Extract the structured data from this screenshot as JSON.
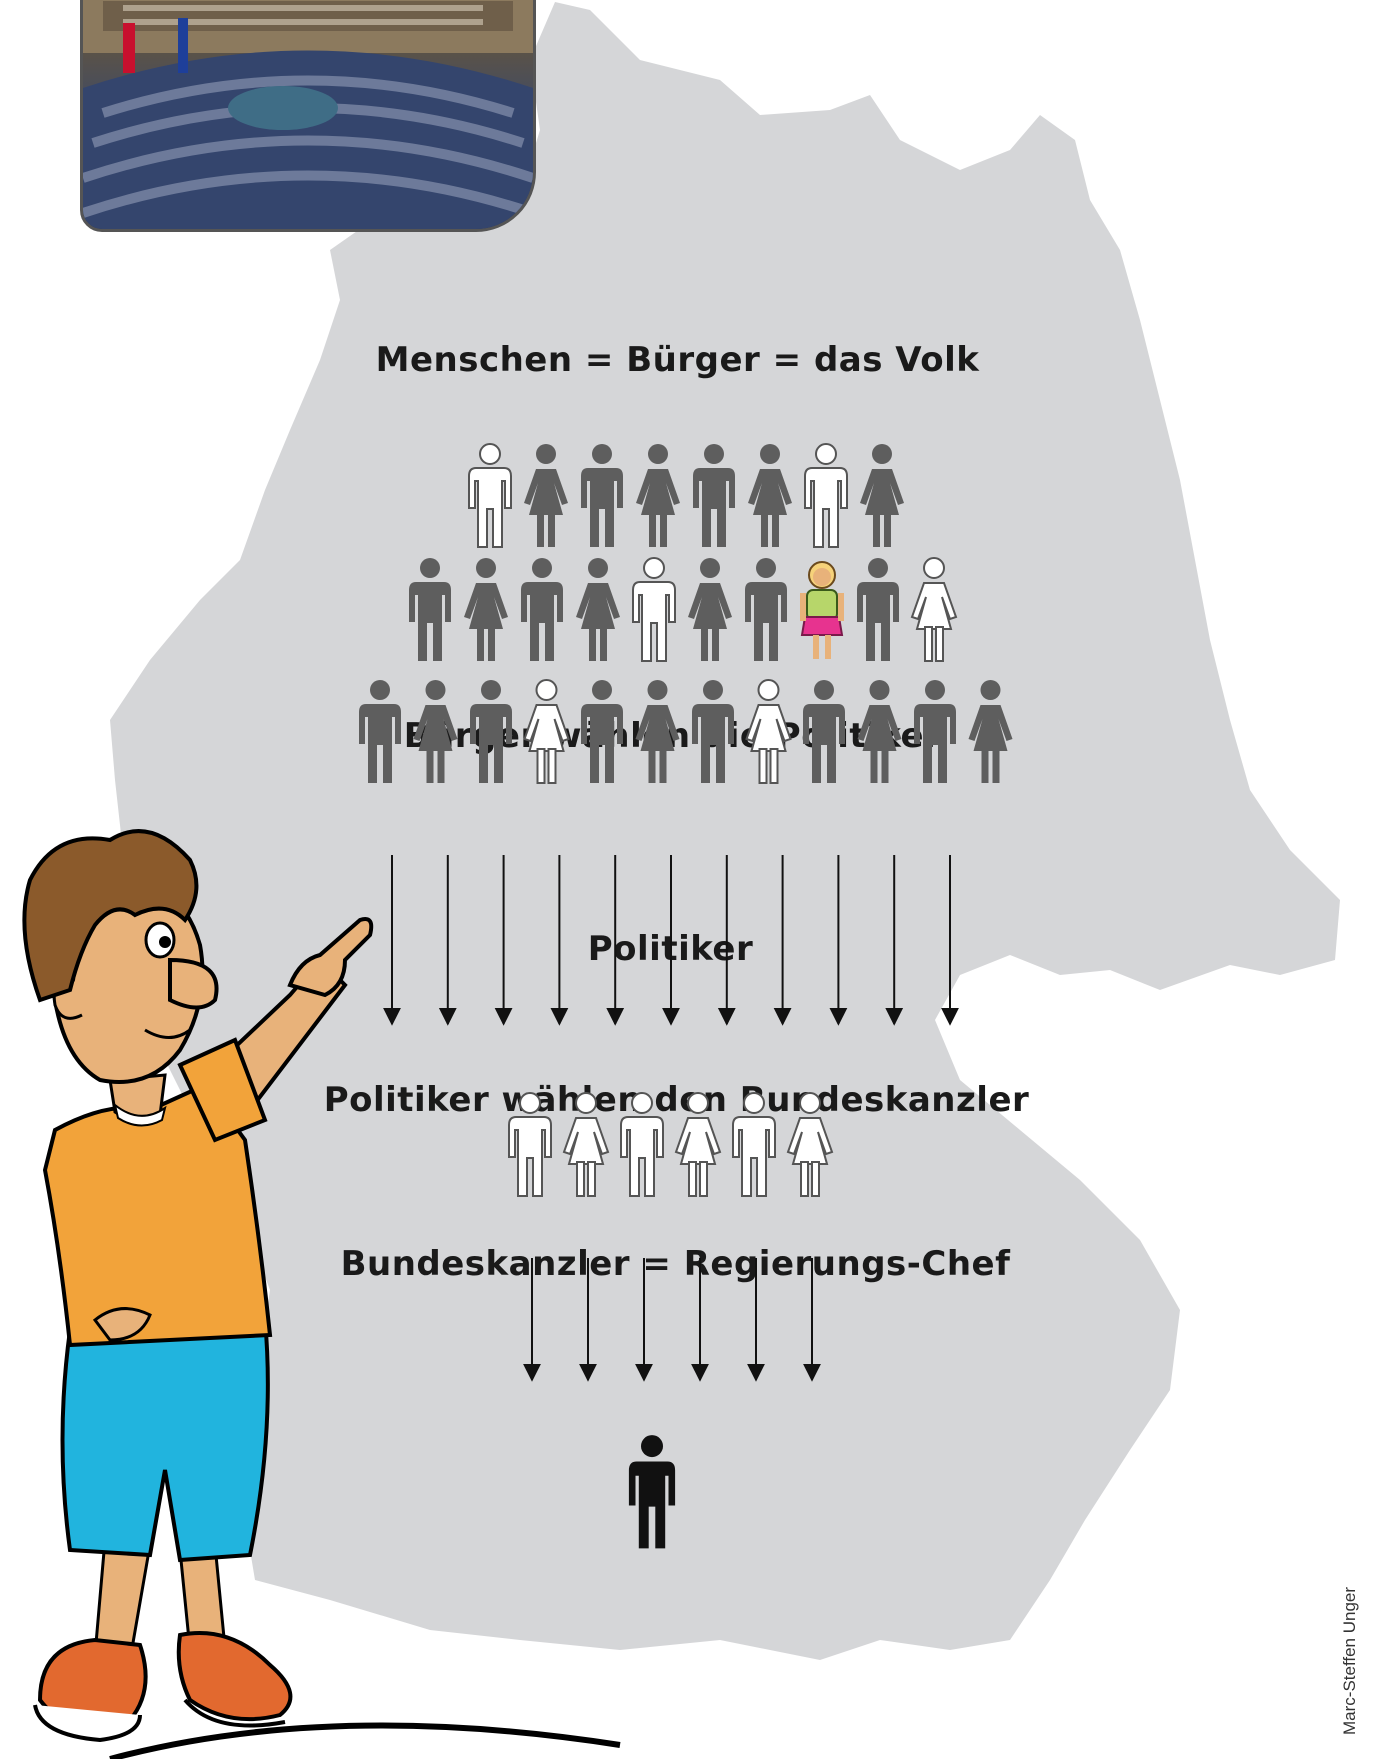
{
  "title": "Menschen = Bürger = das Volk",
  "step1": "Bürger wählen die Politiker",
  "politicians_label": "Politiker",
  "step2": "Politiker wählen den Bundeskanzler",
  "result": "Bundeskanzler = Regierungs-Chef",
  "credit": "Marc-Steffen Unger",
  "colors": {
    "map": "#d5d6d8",
    "figure_dark": "#5e5e5e",
    "figure_light": "#ffffff",
    "chancellor": "#111111",
    "shirt": "#f2a33a",
    "shorts": "#21b4de",
    "skin": "#e8b27a",
    "hair": "#8b5a2b",
    "shoes": "#e2692f"
  },
  "people_rows": [
    [
      "light-man",
      "dark-woman",
      "dark-man",
      "dark-woman",
      "dark-man",
      "dark-woman",
      "light-man",
      "dark-woman"
    ],
    [
      "dark-man",
      "dark-woman",
      "dark-man",
      "dark-woman",
      "light-man",
      "dark-woman",
      "dark-man",
      "girl",
      "dark-man",
      "light-woman"
    ],
    [
      "dark-man",
      "dark-woman",
      "dark-man",
      "light-woman",
      "dark-man",
      "dark-woman",
      "dark-man",
      "light-woman",
      "dark-man",
      "dark-woman",
      "dark-man",
      "dark-woman"
    ]
  ],
  "politicians": [
    "light-man",
    "light-woman",
    "light-man",
    "light-woman",
    "light-man",
    "light-woman"
  ],
  "citizen_vote_arrows": 11,
  "politician_vote_arrows": 6
}
